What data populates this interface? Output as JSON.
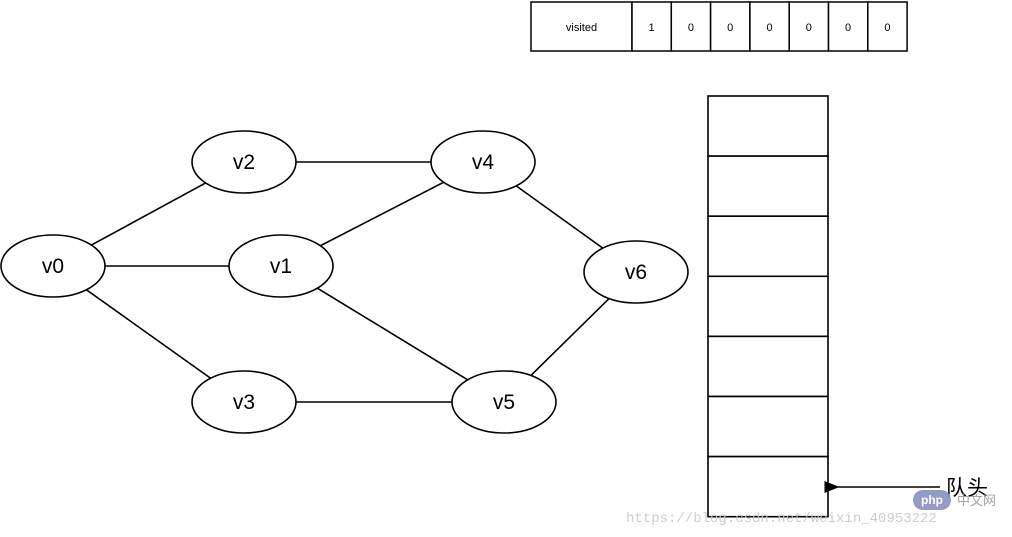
{
  "visited": {
    "label": "visited",
    "values": [
      "1",
      "0",
      "0",
      "0",
      "0",
      "0",
      "0"
    ]
  },
  "graph": {
    "nodes": [
      {
        "id": "v0",
        "label": "v0"
      },
      {
        "id": "v1",
        "label": "v1"
      },
      {
        "id": "v2",
        "label": "v2"
      },
      {
        "id": "v3",
        "label": "v3"
      },
      {
        "id": "v4",
        "label": "v4"
      },
      {
        "id": "v5",
        "label": "v5"
      },
      {
        "id": "v6",
        "label": "v6"
      }
    ],
    "edges": [
      [
        "v0",
        "v2"
      ],
      [
        "v0",
        "v1"
      ],
      [
        "v0",
        "v3"
      ],
      [
        "v2",
        "v4"
      ],
      [
        "v1",
        "v4"
      ],
      [
        "v1",
        "v5"
      ],
      [
        "v3",
        "v5"
      ],
      [
        "v4",
        "v6"
      ],
      [
        "v5",
        "v6"
      ]
    ]
  },
  "queue": {
    "slots": 7,
    "head_label": "队头"
  },
  "watermark": {
    "url": "https://blog.csdn.net/weixin_40953222",
    "badge": "php",
    "site": "中文网"
  }
}
